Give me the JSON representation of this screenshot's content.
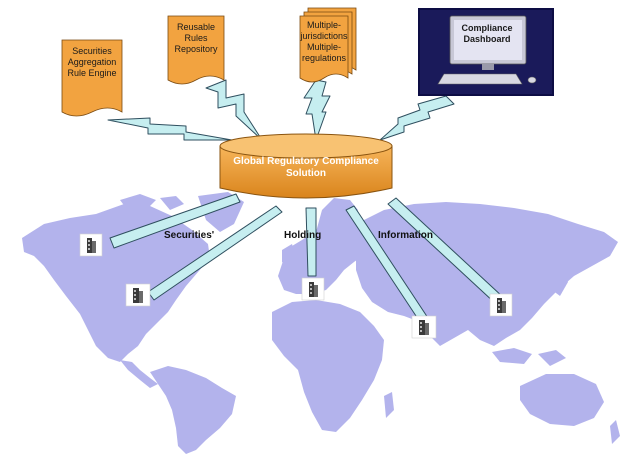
{
  "hub": {
    "line1": "Global Regulatory Compliance",
    "line2": "Solution"
  },
  "documents": {
    "securities_engine": [
      "Securities",
      "Aggregation",
      "Rule Engine"
    ],
    "rules_repository": [
      "Reusable",
      "Rules",
      "Repository"
    ],
    "multiple_jurisdictions": [
      "Multiple-",
      "jurisdictions",
      "Multiple-",
      "regulations"
    ]
  },
  "dashboard": {
    "line1": "Compliance",
    "line2": "Dashboard"
  },
  "map_words": {
    "securities": "Securities'",
    "holding": "Holding",
    "information": "Information"
  },
  "colors": {
    "document_fill": "#f2a340",
    "hub_fill": "#ec9d2e",
    "map_fill": "#b3b3ec",
    "bolt_fill": "#c6eef0",
    "monitor_frame": "#0d0d44",
    "monitor_screen": "#e4e4f2"
  },
  "icons": {
    "site": "building-icon",
    "computer": "computer-icon",
    "link": "lightning-bolt-icon"
  }
}
